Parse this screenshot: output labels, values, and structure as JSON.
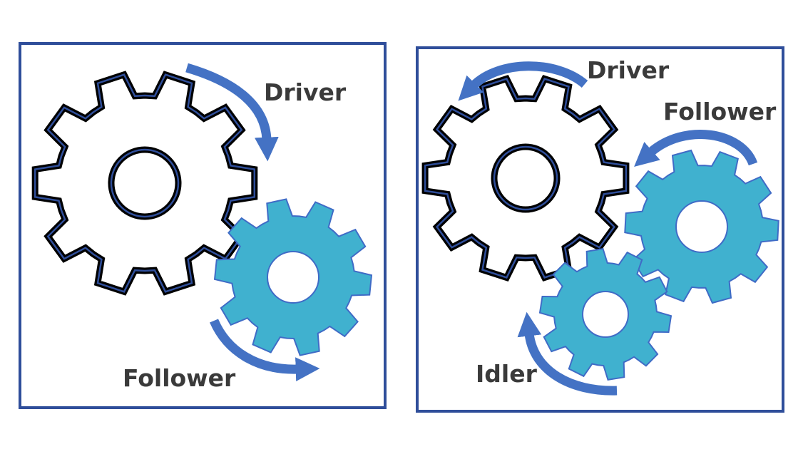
{
  "panels": [
    {
      "gears": [
        {
          "role": "driver",
          "teeth": 10,
          "fill": "#ffffff",
          "stroke": "#000000"
        },
        {
          "role": "follower",
          "teeth": 10,
          "fill": "#40B1CF",
          "stroke": "#3F6BC6"
        }
      ],
      "labels": {
        "driver": "Driver",
        "follower": "Follower"
      }
    },
    {
      "gears": [
        {
          "role": "driver",
          "teeth": 10,
          "fill": "#ffffff",
          "stroke": "#000000"
        },
        {
          "role": "follower",
          "teeth": 10,
          "fill": "#40B1CF",
          "stroke": "#3F6BC6"
        },
        {
          "role": "idler",
          "teeth": 10,
          "fill": "#40B1CF",
          "stroke": "#3F6BC6"
        }
      ],
      "labels": {
        "driver": "Driver",
        "follower": "Follower",
        "idler": "Idler"
      }
    }
  ],
  "colors": {
    "frame": "#2F4E9A",
    "arrow": "#4472C4",
    "label": "#3A3A3A"
  }
}
